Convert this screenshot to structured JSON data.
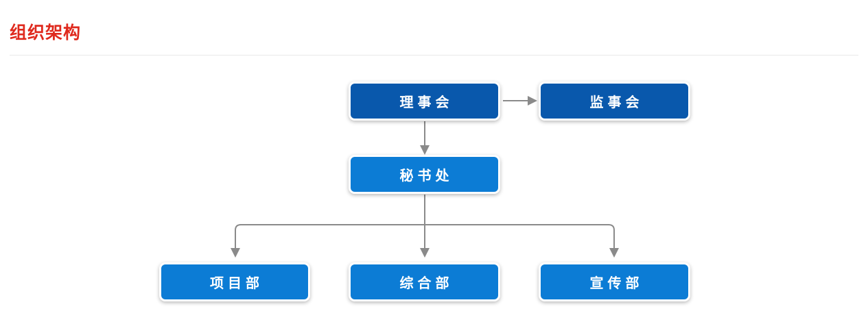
{
  "page": {
    "title": "组织架构"
  },
  "colors": {
    "title_red": "#df291d",
    "dark_blue": "#0958ac",
    "light_blue": "#0c7cd5",
    "connector_gray": "#8a8a8a",
    "divider_gray": "#e9e9e9"
  },
  "org": {
    "nodes": {
      "board": {
        "label": "理事会",
        "level": 1
      },
      "supervisory": {
        "label": "监事会",
        "level": 1
      },
      "secretariat": {
        "label": "秘书处",
        "level": 2
      },
      "project": {
        "label": "项目部",
        "level": 3
      },
      "general": {
        "label": "综合部",
        "level": 3
      },
      "publicity": {
        "label": "宣传部",
        "level": 3
      }
    },
    "edges": [
      {
        "from": "理事会",
        "to": "监事会"
      },
      {
        "from": "理事会",
        "to": "秘书处"
      },
      {
        "from": "秘书处",
        "to": "项目部"
      },
      {
        "from": "秘书处",
        "to": "综合部"
      },
      {
        "from": "秘书处",
        "to": "宣传部"
      }
    ]
  }
}
